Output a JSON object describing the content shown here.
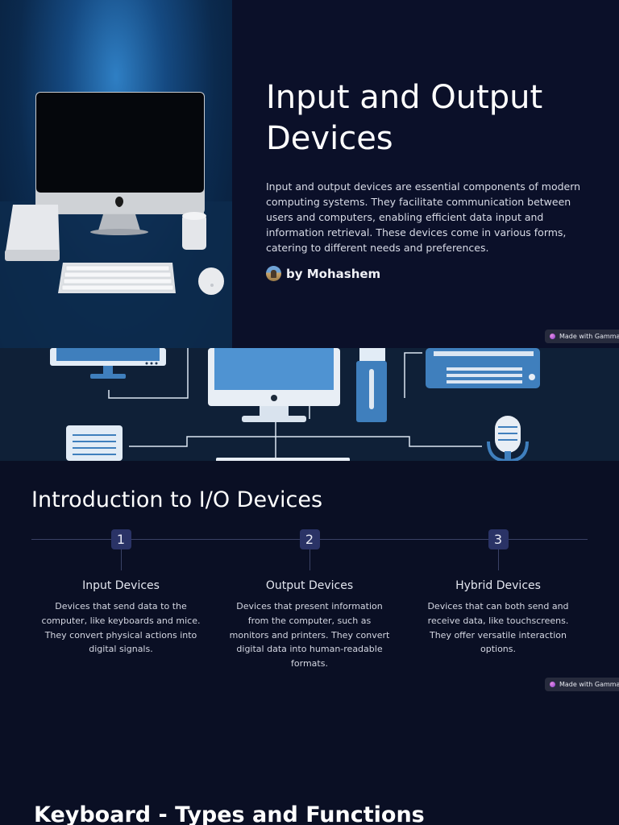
{
  "slide1": {
    "title": "Input and Output Devices",
    "description": "Input and output devices are essential components of modern computing systems. They facilitate communication between users and computers, enabling efficient data input and information retrieval. These devices come in various forms, catering to different needs and preferences.",
    "author": "by Mohashem",
    "image": "desktop-computer-keyboard-mouse-photo",
    "badge": "Made with Gamma"
  },
  "banner": {
    "image": "connected-io-devices-illustration"
  },
  "slide2": {
    "title": "Introduction to I/O Devices",
    "steps": [
      {
        "number": "1",
        "title": "Input Devices",
        "description": "Devices that send data to the computer, like keyboards and mice. They convert physical actions into digital signals."
      },
      {
        "number": "2",
        "title": "Output Devices",
        "description": "Devices that present information from the computer, such as monitors and printers. They convert digital data into human-readable formats."
      },
      {
        "number": "3",
        "title": "Hybrid Devices",
        "description": "Devices that can both send and receive data, like touchscreens. They offer versatile interaction options."
      }
    ],
    "badge": "Made with Gamma"
  },
  "slide3": {
    "title": "Keyboard - Types and Functions"
  },
  "colors": {
    "background": "#0a0f24",
    "step_badge": "#2a3366",
    "timeline": "#3a4266",
    "gamma_badge": "#272b3d"
  }
}
